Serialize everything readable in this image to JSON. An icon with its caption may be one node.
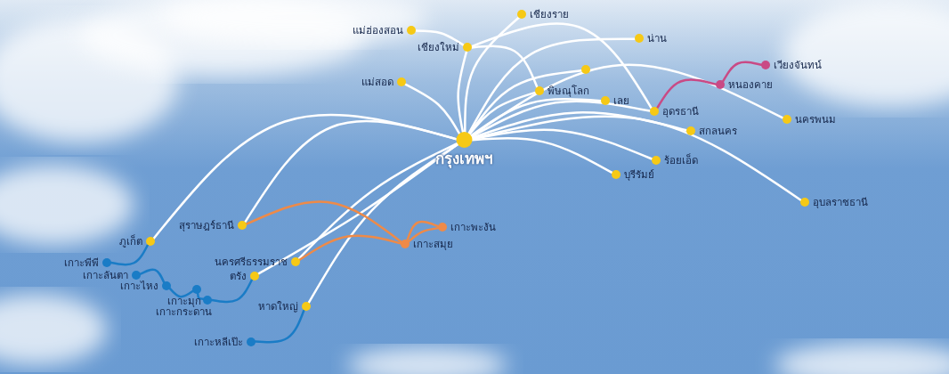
{
  "diagram": {
    "nodes": [
      {
        "text": [
          "กรุงเทพฯ"
        ]
      },
      {
        "text": [
          "เชียงราย"
        ]
      },
      {
        "text": [
          "แม่ฮ่องสอน"
        ]
      },
      {
        "text": [
          "เชียงใหม่"
        ]
      },
      {
        "text": [
          "น่าน"
        ]
      },
      {
        "text": [],
        "shape": "circle"
      },
      {
        "text": [
          "แม่สอด"
        ]
      },
      {
        "text": [
          "พิษณุโลก"
        ]
      },
      {
        "text": [
          "เลย"
        ]
      },
      {
        "text": [
          "อุดรธานี"
        ]
      },
      {
        "text": [
          "หนองคาย"
        ]
      },
      {
        "text": [
          "เวียงจันทน์"
        ]
      },
      {
        "text": [
          "นครพนม"
        ]
      },
      {
        "text": [
          "สกลนคร"
        ]
      },
      {
        "text": [
          "ร้อยเอ็ด"
        ]
      },
      {
        "text": [
          "บุรีรัมย์"
        ]
      },
      {
        "text": [
          "อุบลราชธานี"
        ]
      },
      {
        "text": [
          "สุราษฎร์ธานี"
        ]
      },
      {
        "text": [
          "เกาะพะงัน"
        ]
      },
      {
        "text": [
          "เกาะสมุย"
        ]
      },
      {
        "text": [
          "ภูเก็ต"
        ]
      },
      {
        "text": [
          "เกาะพีพี"
        ]
      },
      {
        "text": [
          "นครศรีธรรมราช"
        ]
      },
      {
        "text": [
          "ตรัง"
        ]
      },
      {
        "text": [
          "เกาะลันตา"
        ]
      },
      {
        "text": [
          "เกาะไหง"
        ]
      },
      {
        "text": [
          "เกาะมุก"
        ]
      },
      {
        "text": [
          "เกาะกระดาน"
        ]
      },
      {
        "text": [
          "หาดใหญ่"
        ]
      },
      {
        "text": [
          "เกาะหลีเป๊ะ"
        ]
      }
    ],
    "edges": [
      {
        "from": 0,
        "to": 1,
        "arrow": "none"
      },
      {
        "from": 0,
        "to": 3,
        "arrow": "none"
      },
      {
        "from": 0,
        "to": 4,
        "arrow": "none"
      },
      {
        "from": 0,
        "to": 5,
        "arrow": "none"
      },
      {
        "from": 0,
        "to": 6,
        "arrow": "none"
      },
      {
        "from": 0,
        "to": 7,
        "arrow": "none"
      },
      {
        "from": 0,
        "to": 8,
        "arrow": "none"
      },
      {
        "from": 0,
        "to": 9,
        "arrow": "none"
      },
      {
        "from": 0,
        "to": 12,
        "arrow": "none"
      },
      {
        "from": 0,
        "to": 13,
        "arrow": "none"
      },
      {
        "from": 0,
        "to": 14,
        "arrow": "none"
      },
      {
        "from": 0,
        "to": 15,
        "arrow": "none"
      },
      {
        "from": 0,
        "to": 16,
        "arrow": "none"
      },
      {
        "from": 0,
        "to": 17,
        "arrow": "none"
      },
      {
        "from": 0,
        "to": 20,
        "arrow": "none"
      },
      {
        "from": 0,
        "to": 22,
        "arrow": "none"
      },
      {
        "from": 0,
        "to": 23,
        "arrow": "none"
      },
      {
        "from": 0,
        "to": 28,
        "arrow": "none"
      },
      {
        "from": 2,
        "to": 3,
        "arrow": "none"
      },
      {
        "from": 3,
        "to": 7,
        "arrow": "none"
      },
      {
        "from": 3,
        "to": 9,
        "arrow": "none"
      },
      {
        "from": 9,
        "to": 10,
        "arrow": "none",
        "color": "#c94a85"
      },
      {
        "from": 10,
        "to": 11,
        "arrow": "none",
        "color": "#c94a85"
      },
      {
        "from": 17,
        "to": 19,
        "arrow": "none",
        "color": "#ee8a48"
      },
      {
        "from": 22,
        "to": 19,
        "arrow": "none",
        "color": "#ee8a48"
      },
      {
        "from": 19,
        "to": 18,
        "arrow": "none",
        "color": "#ee8a48"
      },
      {
        "from": 19,
        "to": 18,
        "arrow": "none",
        "color": "#ee8a48"
      },
      {
        "from": 20,
        "to": 21,
        "arrow": "none",
        "color": "#1a7cc6"
      },
      {
        "from": 23,
        "to": 27,
        "arrow": "none",
        "color": "#1a7cc6"
      },
      {
        "from": 27,
        "to": 26,
        "arrow": "none",
        "color": "#1a7cc6"
      },
      {
        "from": 26,
        "to": 25,
        "arrow": "none",
        "color": "#1a7cc6"
      },
      {
        "from": 25,
        "to": 24,
        "arrow": "none",
        "color": "#1a7cc6"
      },
      {
        "from": 28,
        "to": 29,
        "arrow": "none",
        "color": "#1a7cc6"
      }
    ]
  }
}
